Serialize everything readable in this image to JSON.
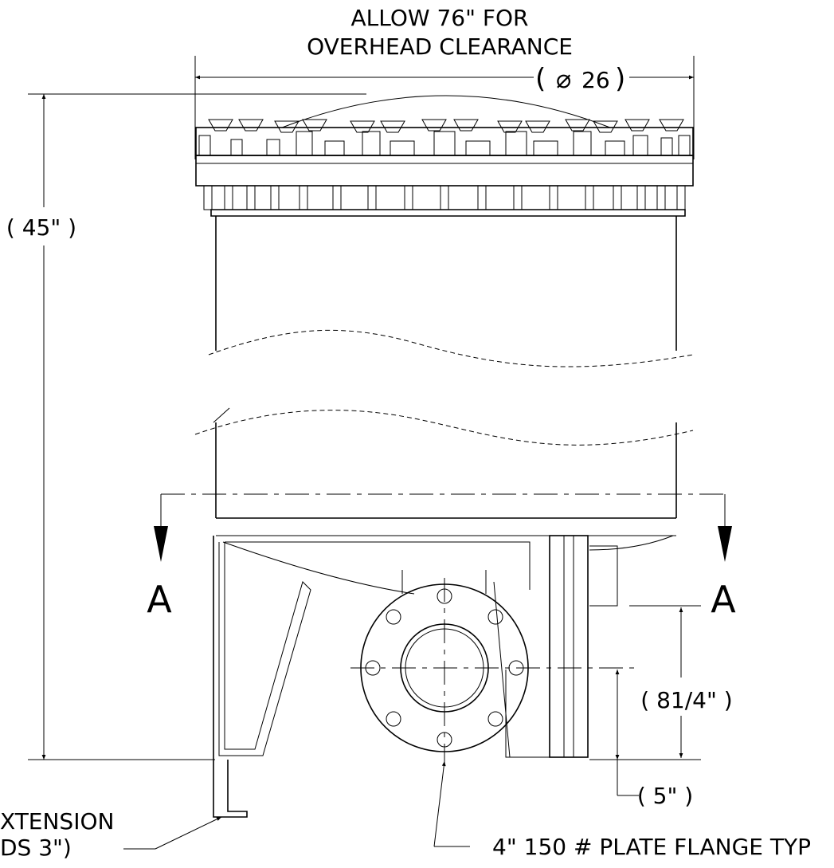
{
  "drawing": {
    "clearance_line1": "ALLOW 76\" FOR",
    "clearance_line2": "OVERHEAD CLEARANCE",
    "diameter_paren_open": "(",
    "diameter_symbol": "⌀",
    "diameter_value": "26",
    "diameter_paren_close": ")",
    "height_label": "( 45\" )",
    "section_label_left": "A",
    "section_label_right": "A",
    "dim_8_1_4": "( 81/4\" )",
    "dim_5": "( 5\" )",
    "leg_note_line1": "XTENSION",
    "leg_note_line2": "DS 3\")",
    "flange_note": "4\" 150 # PLATE FLANGE TYP"
  }
}
